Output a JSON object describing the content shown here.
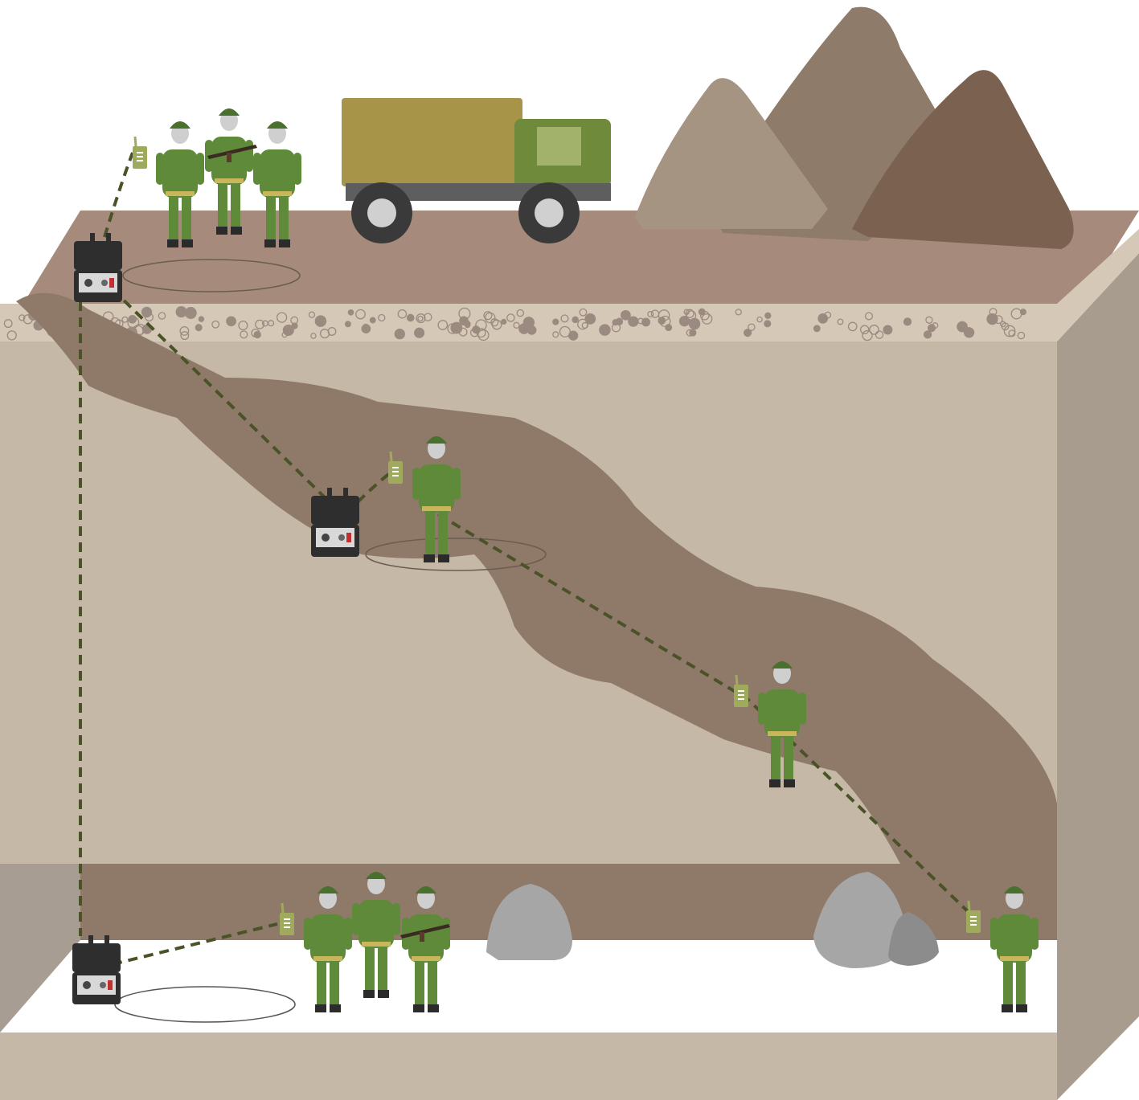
{
  "colors": {
    "ground_top": "#a68b7c",
    "ground_top_edge": "#9a7f70",
    "gravel_band": "#d6c8b6",
    "gravel_stone": "#9a8a80",
    "soil": "#c5b8a7",
    "soil_dark": "#a89d92",
    "tunnel": "#8f7a69",
    "chamber_floor": "#ffffff",
    "side_face": "#a89c8f",
    "mountain_light": "#a69482",
    "mountain_mid": "#8f7b6a",
    "mountain_dark": "#7b6150",
    "link_line": "#4a5228",
    "uniform": "#5e8a3a",
    "uniform_dark": "#4a7030",
    "face": "#cfcfcf",
    "boot": "#2b2b2b",
    "radio": "#a0aa5c",
    "device_case": "#2e2e2e",
    "truck_cargo": "#a89448",
    "truck_cab": "#6e8a3a",
    "rock": "#a6a6a6",
    "rock_dark": "#8c8c8c"
  },
  "elements": {
    "soldiers": [
      {
        "id": "surface-soldier-radio",
        "has_radio": true
      },
      {
        "id": "surface-soldier-rifle",
        "has_rifle": true
      },
      {
        "id": "surface-soldier",
        "has_radio": false
      },
      {
        "id": "tunnel-soldier-radio-1",
        "has_radio": true
      },
      {
        "id": "tunnel-soldier-radio-2",
        "has_radio": true
      },
      {
        "id": "chamber-soldier-radio",
        "has_radio": true
      },
      {
        "id": "chamber-soldier",
        "has_radio": false
      },
      {
        "id": "chamber-soldier-rifle",
        "has_rifle": true
      },
      {
        "id": "chamber-soldier-far-radio",
        "has_radio": true
      }
    ],
    "devices": [
      "surface-device",
      "tunnel-device",
      "chamber-device"
    ],
    "vehicle": "military-truck",
    "rocks": [
      "rock-left",
      "rock-right-large",
      "rock-right-small"
    ],
    "links": [
      "surface-device-to-soldier",
      "surface-device-to-tunnel-device",
      "surface-device-to-chamber-device",
      "tunnel-device-to-soldier",
      "tunnel-relay-chain",
      "chamber-device-to-soldier"
    ]
  }
}
